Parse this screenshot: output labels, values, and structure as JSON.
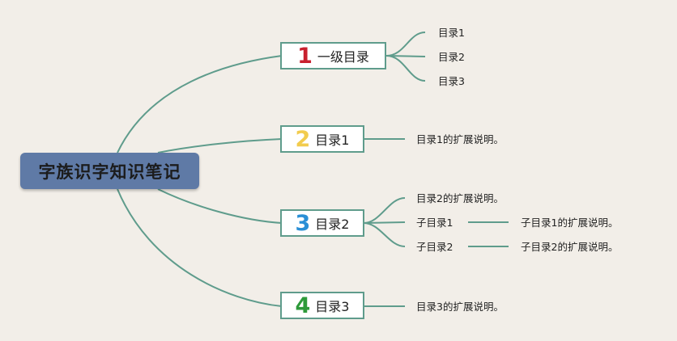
{
  "root": {
    "label": "字族识字知识笔记"
  },
  "branches": [
    {
      "number": "1",
      "number_color": "#c8202e",
      "label": "一级目录",
      "children": [
        "目录1",
        "目录2",
        "目录3"
      ]
    },
    {
      "number": "2",
      "number_color": "#f2cc4e",
      "label": "目录1",
      "children": [
        "目录1的扩展说明。"
      ]
    },
    {
      "number": "3",
      "number_color": "#2a8fd6",
      "label": "目录2",
      "children": [
        "目录2的扩展说明。",
        "子目录1",
        "子目录2"
      ],
      "grandchildren": [
        "子目录1的扩展说明。",
        "子目录2的扩展说明。"
      ]
    },
    {
      "number": "4",
      "number_color": "#2e9a3a",
      "label": "目录3",
      "children": [
        "目录3的扩展说明。"
      ]
    }
  ],
  "colors": {
    "background": "#f2eee8",
    "line": "#5f9c8c",
    "root_fill": "#5f7aa6"
  }
}
